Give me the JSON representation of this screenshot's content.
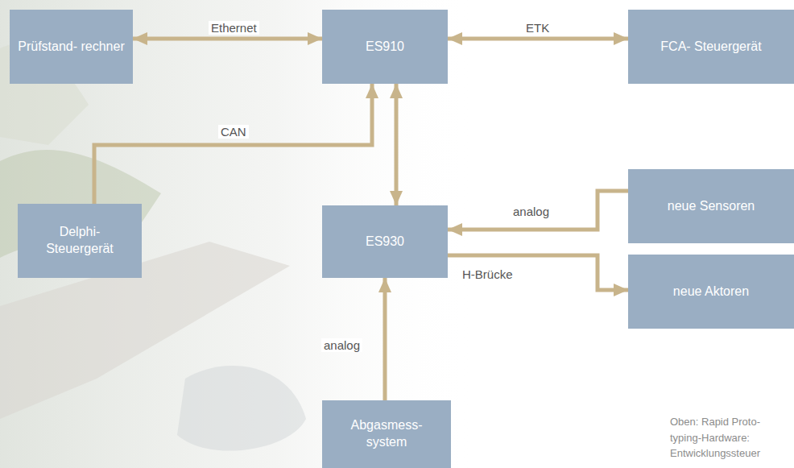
{
  "diagram": {
    "nodes": [
      {
        "text": [
          "Prüfstand- rechner"
        ]
      },
      {
        "text": [
          "ES910"
        ]
      },
      {
        "text": [
          "FCA- Steuergerät"
        ]
      },
      {
        "text": [
          "Delphi- Steuergerät"
        ]
      },
      {
        "text": [
          "ES930"
        ]
      },
      {
        "text": [
          "neue Sensoren"
        ]
      },
      {
        "text": [
          "neue Aktoren"
        ]
      },
      {
        "text": [
          "Abgasmess- system"
        ]
      }
    ],
    "edges": [
      {
        "from": 0,
        "to": 1,
        "label": "Ethernet",
        "arrow": "both"
      },
      {
        "from": 1,
        "to": 2,
        "label": "ETK",
        "arrow": "both"
      },
      {
        "from": 3,
        "to": 1,
        "label": "CAN",
        "arrow": "to"
      },
      {
        "from": 1,
        "to": 4,
        "arrow": "both"
      },
      {
        "from": 5,
        "to": 4,
        "label": "analog",
        "arrow": "to"
      },
      {
        "from": 4,
        "to": 6,
        "label": "H-Brücke",
        "arrow": "to"
      },
      {
        "from": 7,
        "to": 4,
        "label": "analog",
        "arrow": "to"
      }
    ],
    "labels": [
      "Oben: Rapid Proto- typing-Hardware: Entwicklungssteuer"
    ]
  }
}
